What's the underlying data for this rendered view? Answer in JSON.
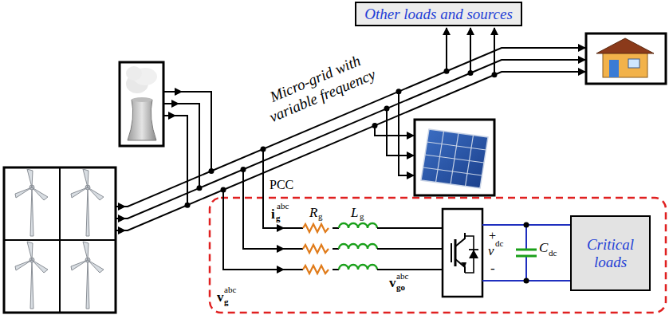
{
  "diagram": {
    "nodes": [
      {
        "text": [
          "Other loads and sources"
        ]
      },
      {
        "text": [
          "Critical loads"
        ]
      }
    ],
    "labels": [
      "Micro-grid with variable frequency",
      "PCC",
      "i",
      "g",
      "abc",
      "R",
      "g",
      "L",
      "g",
      "v",
      "g",
      "abc",
      "v",
      "go",
      "abc",
      "+",
      "v",
      "dc",
      "-",
      "C",
      "dc"
    ]
  }
}
